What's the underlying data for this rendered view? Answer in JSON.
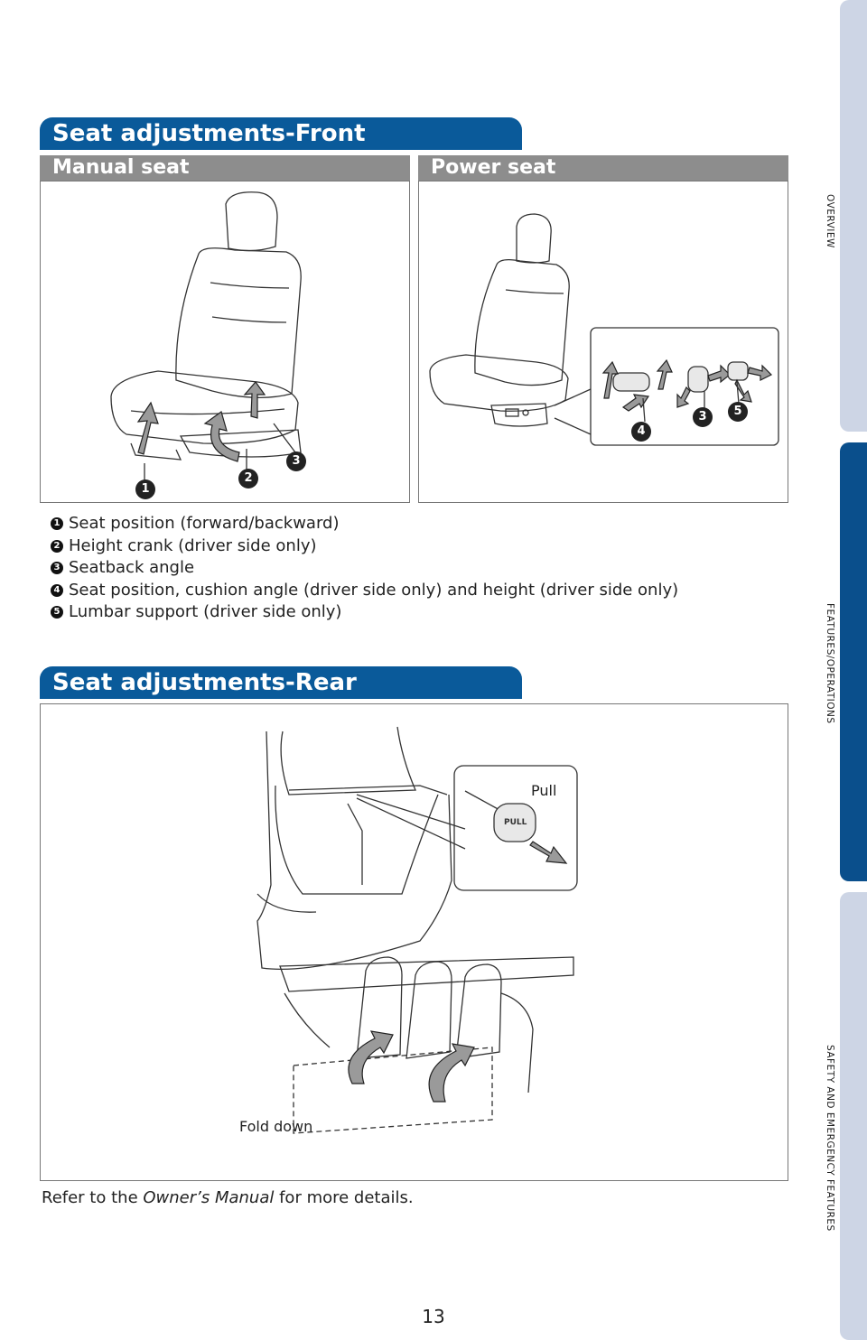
{
  "front": {
    "title": "Seat adjustments-Front",
    "manual_label": "Manual seat",
    "power_label": "Power seat",
    "callouts": [
      "1",
      "2",
      "3",
      "4",
      "3",
      "5"
    ]
  },
  "legend": [
    {
      "num": "1",
      "text": "Seat position (forward/backward)"
    },
    {
      "num": "2",
      "text": "Height crank (driver side only)"
    },
    {
      "num": "3",
      "text": "Seatback angle"
    },
    {
      "num": "4",
      "text": "Seat position, cushion angle (driver side only) and height (driver side only)"
    },
    {
      "num": "5",
      "text": "Lumbar support (driver side only)"
    }
  ],
  "rear": {
    "title": "Seat adjustments-Rear",
    "pull_label": "Pull",
    "knob_text": "PULL",
    "fold_label": "Fold down"
  },
  "footer": {
    "prefix": "Refer to the ",
    "manual": "Owner’s Manual",
    "suffix": " for more details."
  },
  "side_tabs": [
    "OVERVIEW",
    "FEATURES/OPERATIONS",
    "SAFETY AND EMERGENCY FEATURES"
  ],
  "page_number": "13",
  "colors": {
    "header_blue": "#0a5a9a",
    "tab_light": "#cdd5e5",
    "tab_active": "#0a4f8c",
    "subheader_gray": "#8d8d8d"
  }
}
